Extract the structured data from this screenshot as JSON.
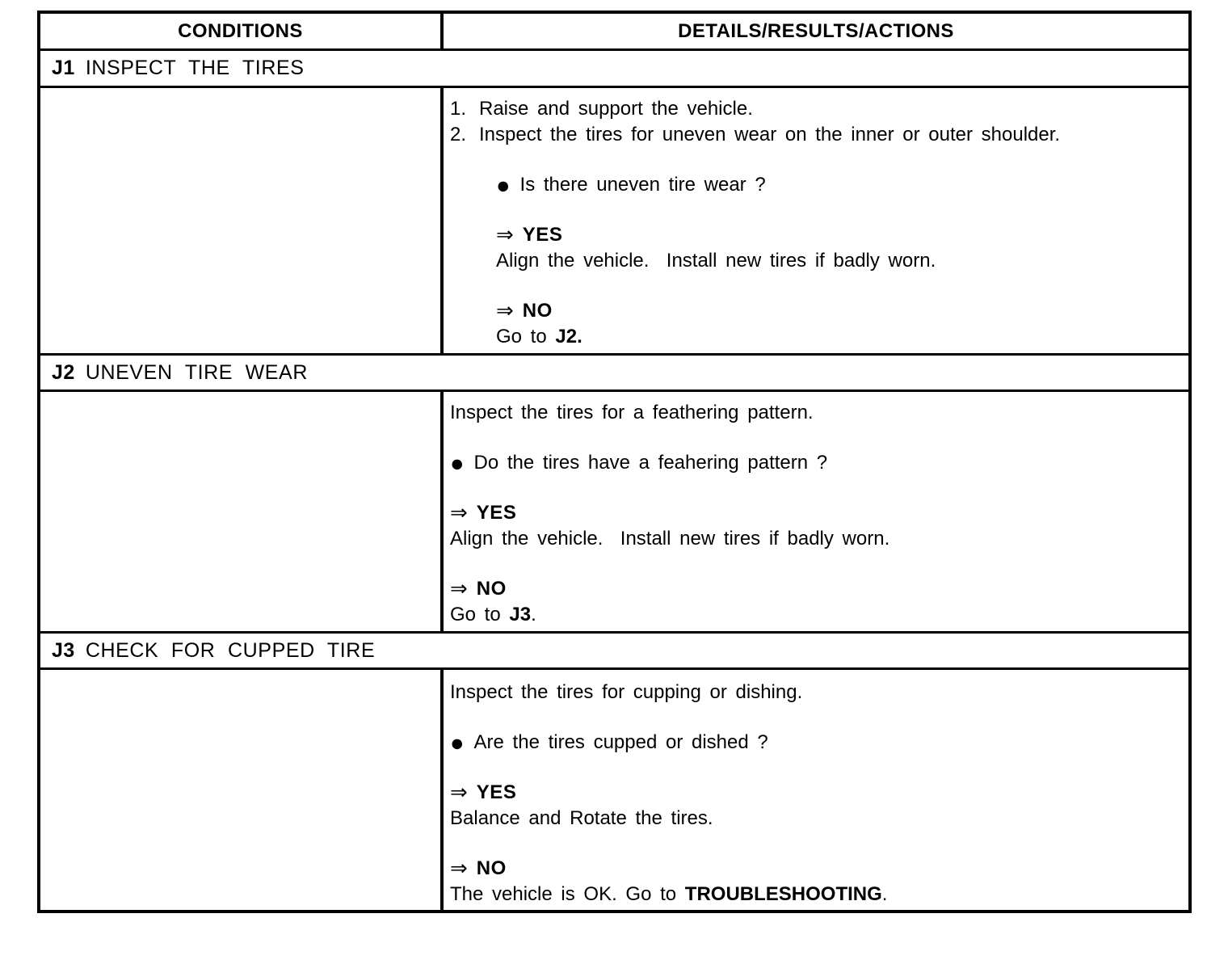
{
  "table": {
    "header": {
      "left": "CONDITIONS",
      "right": "DETAILS/RESULTS/ACTIONS"
    },
    "icons": {
      "bullet": "●",
      "arrow": "⇒"
    },
    "sections": [
      {
        "id": "J1",
        "title": "INSPECT THE TIRES",
        "lines": [
          {
            "type": "numbered",
            "num": "1.",
            "text": "Raise and support the vehicle."
          },
          {
            "type": "numbered",
            "num": "2.",
            "text": "Inspect the tires for uneven wear on the inner or outer shoulder."
          },
          {
            "type": "spacer"
          },
          {
            "type": "bullet",
            "text": "Is there uneven tire wear ?",
            "indent": true
          },
          {
            "type": "spacer"
          },
          {
            "type": "arrow",
            "label": "YES",
            "indent": true
          },
          {
            "type": "plain",
            "indent": true,
            "segments": [
              {
                "t": "Align the vehicle.  Install new tires if badly worn."
              }
            ]
          },
          {
            "type": "spacer"
          },
          {
            "type": "arrow",
            "label": "NO",
            "indent": true
          },
          {
            "type": "plain",
            "indent": true,
            "segments": [
              {
                "t": "Go to "
              },
              {
                "t": "J2.",
                "b": true
              }
            ]
          }
        ]
      },
      {
        "id": "J2",
        "title": "UNEVEN TIRE WEAR",
        "lines": [
          {
            "type": "plain",
            "segments": [
              {
                "t": "Inspect the tires for a feathering pattern."
              }
            ]
          },
          {
            "type": "spacer"
          },
          {
            "type": "bullet",
            "text": "Do the tires have a feahering pattern ?"
          },
          {
            "type": "spacer"
          },
          {
            "type": "arrow",
            "label": "YES"
          },
          {
            "type": "plain",
            "segments": [
              {
                "t": "Align the vehicle.  Install new tires if badly worn."
              }
            ]
          },
          {
            "type": "spacer"
          },
          {
            "type": "arrow",
            "label": "NO"
          },
          {
            "type": "plain",
            "segments": [
              {
                "t": "Go to "
              },
              {
                "t": "J3",
                "b": true
              },
              {
                "t": "."
              }
            ]
          }
        ]
      },
      {
        "id": "J3",
        "title": "CHECK FOR CUPPED TIRE",
        "lines": [
          {
            "type": "plain",
            "segments": [
              {
                "t": "Inspect the tires for cupping or dishing."
              }
            ]
          },
          {
            "type": "spacer"
          },
          {
            "type": "bullet",
            "text": "Are the tires cupped or dished ?"
          },
          {
            "type": "spacer"
          },
          {
            "type": "arrow",
            "label": "YES"
          },
          {
            "type": "plain",
            "segments": [
              {
                "t": "Balance and Rotate the tires."
              }
            ]
          },
          {
            "type": "spacer"
          },
          {
            "type": "arrow",
            "label": "NO"
          },
          {
            "type": "plain",
            "segments": [
              {
                "t": "The vehicle is OK. Go to "
              },
              {
                "t": "TROUBLESHOOTING",
                "b": true
              },
              {
                "t": "."
              }
            ]
          }
        ]
      }
    ]
  }
}
